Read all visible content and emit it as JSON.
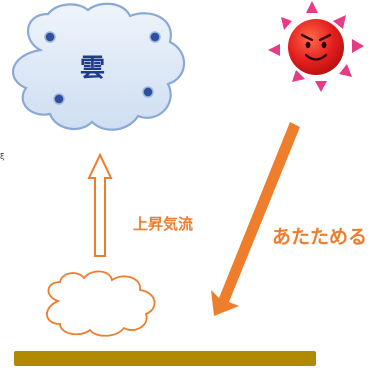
{
  "labels": {
    "cloud": "雲",
    "updraft": "上昇気流",
    "warming": "あたためる",
    "edge_mark": "ξ"
  },
  "icons": {
    "cloud": "cloud-icon",
    "sun": "sun-face-icon",
    "small_cloud": "small-cloud-icon",
    "ground": "ground-bar"
  },
  "colors": {
    "cloud_fill": "#dce8f6",
    "cloud_stroke": "#8aa9d8",
    "cloud_dot": "#2e4f9e",
    "sun_body": "#e41e1e",
    "sun_rays": "#e73b86",
    "orange": "#ee7d2c",
    "ground": "#b08a00"
  }
}
